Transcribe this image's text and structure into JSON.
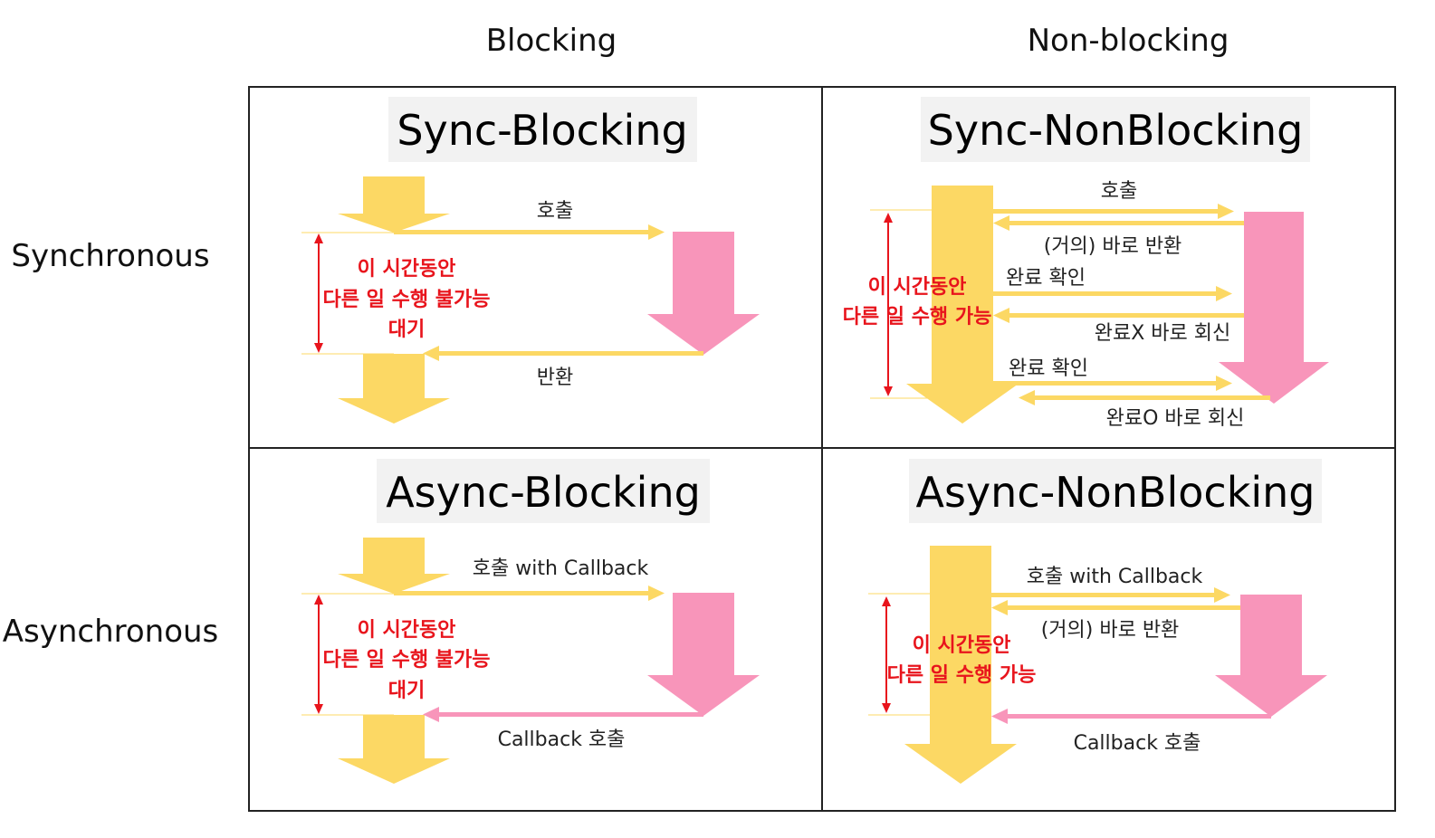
{
  "columns": {
    "blocking": "Blocking",
    "nonblocking": "Non-blocking"
  },
  "rows": {
    "sync": "Synchronous",
    "async": "Asynchronous"
  },
  "colors": {
    "caller_arrow": "#fcd864",
    "callee_arrow": "#f895ba",
    "callback_arrow": "#f895ba",
    "wait_marker": "#e8141c",
    "title_bg": "#f2f2f2",
    "grid_line": "#222222"
  },
  "quadrants": {
    "sync_blocking": {
      "title": "Sync-Blocking",
      "call": "호출",
      "return": "반환",
      "wait_line1": "이 시간동안",
      "wait_line2": "다른 일 수행 불가능",
      "wait_line3": "대기"
    },
    "sync_nonblocking": {
      "title": "Sync-NonBlocking",
      "call": "호출",
      "immediate_return": "(거의) 바로 반환",
      "check1": "완료 확인",
      "reply_not_done": "완료X 바로 회신",
      "check2": "완료 확인",
      "reply_done": "완료O 바로 회신",
      "wait_line1": "이 시간동안",
      "wait_line2": "다른 일 수행 가능"
    },
    "async_blocking": {
      "title": "Async-Blocking",
      "call": "호출 with Callback",
      "callback": "Callback 호출",
      "wait_line1": "이 시간동안",
      "wait_line2": "다른 일 수행 불가능",
      "wait_line3": "대기"
    },
    "async_nonblocking": {
      "title": "Async-NonBlocking",
      "call": "호출 with Callback",
      "immediate_return": "(거의) 바로 반환",
      "callback": "Callback 호출",
      "wait_line1": "이 시간동안",
      "wait_line2": "다른 일 수행 가능"
    }
  }
}
